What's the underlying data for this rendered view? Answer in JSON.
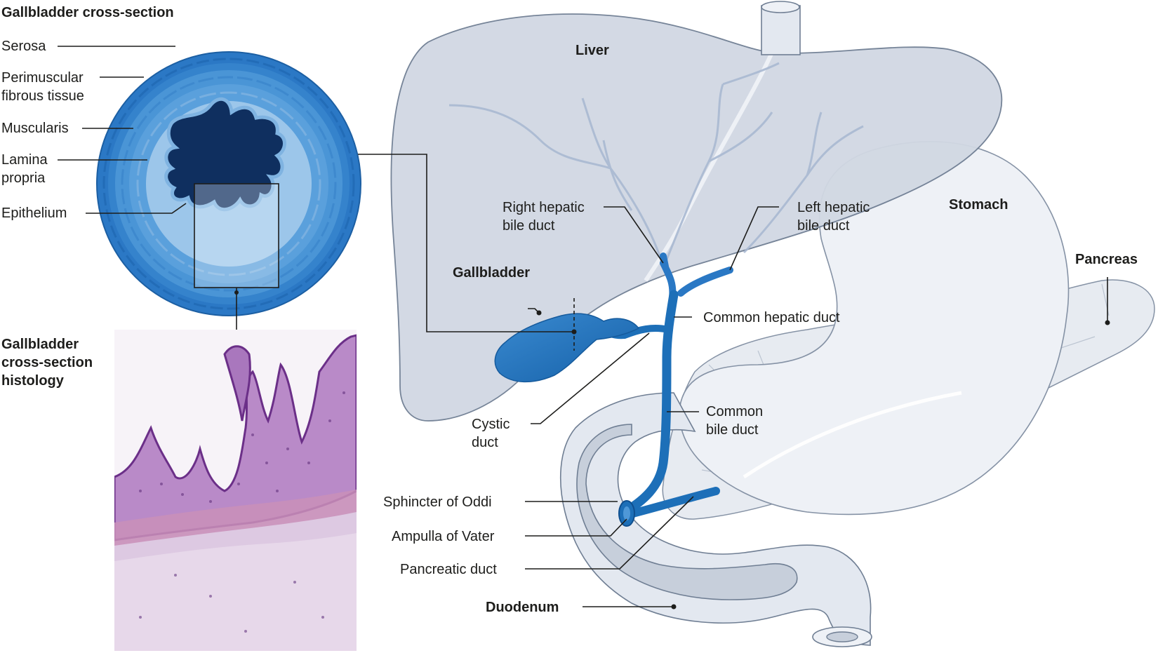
{
  "figure": {
    "cross_section_title": "Gallbladder cross-section",
    "histology_title": [
      "Gallbladder",
      "cross-section",
      "histology"
    ],
    "layers": {
      "serosa": [
        "Serosa"
      ],
      "perimuscular": [
        "Perimuscular",
        "fibrous tissue"
      ],
      "muscularis": [
        "Muscularis"
      ],
      "lamina": [
        "Lamina",
        "propria"
      ],
      "epithelium": [
        "Epithelium"
      ]
    },
    "organs": {
      "liver": "Liver",
      "stomach": "Stomach",
      "pancreas": "Pancreas",
      "gallbladder": "Gallbladder",
      "duodenum": "Duodenum"
    },
    "ducts": {
      "right_hepatic": [
        "Right hepatic",
        "bile duct"
      ],
      "left_hepatic": [
        "Left hepatic",
        "bile duct"
      ],
      "common_hepatic": [
        "Common hepatic duct"
      ],
      "common_bile": [
        "Common",
        "bile duct"
      ],
      "cystic": [
        "Cystic",
        "duct"
      ],
      "sphincter": [
        "Sphincter of Oddi"
      ],
      "ampulla": [
        "Ampulla of Vater"
      ],
      "pancreatic": [
        "Pancreatic duct"
      ]
    },
    "colors": {
      "duct_blue": "#1d6fb8",
      "serosa_blue": "#2a77c4",
      "lumen_navy": "#0f2f5f",
      "organ_fill": "#d3d9e3",
      "stomach_fill": "#eef1f6",
      "histology_purple": "#9a5fb0"
    }
  }
}
